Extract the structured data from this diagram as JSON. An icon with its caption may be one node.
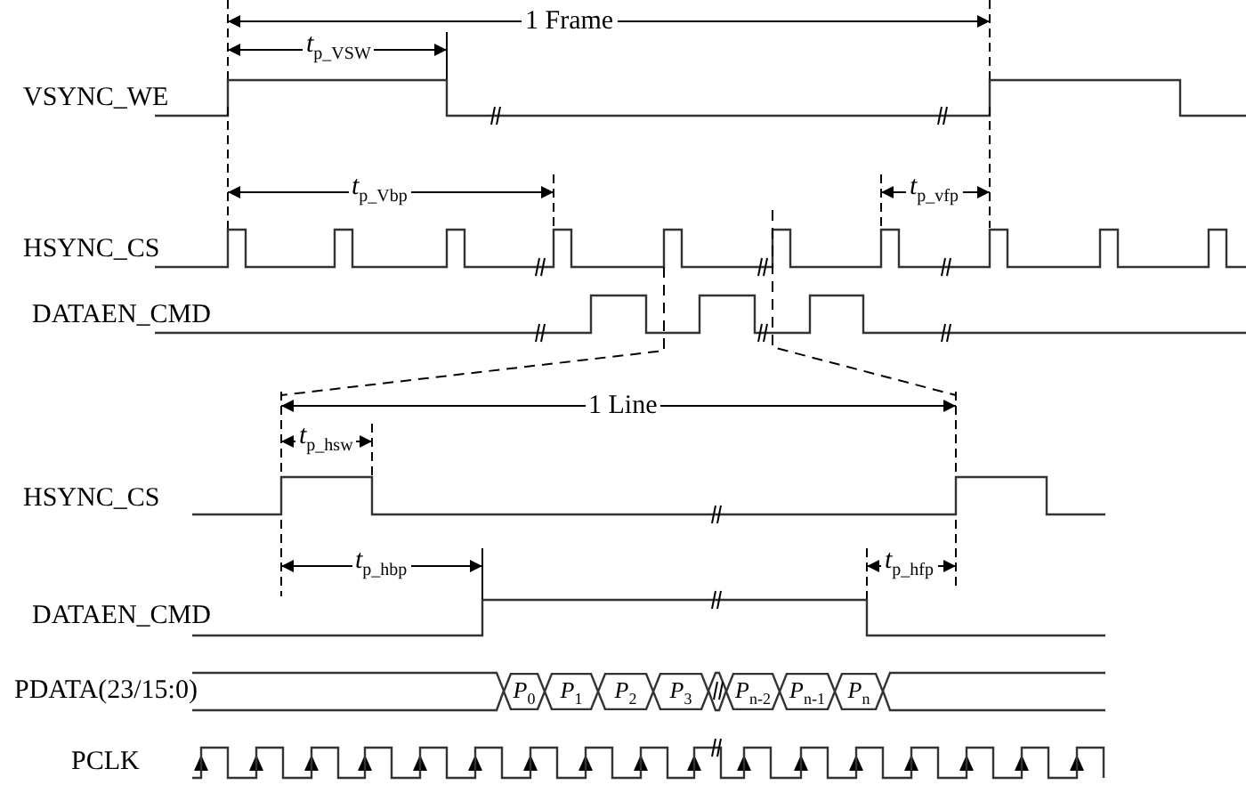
{
  "diagram": {
    "nodes": [
      {
        "text": [
          "*P*$_{0}$"
        ]
      },
      {
        "text": [
          "*P*$_{1}$"
        ]
      },
      {
        "text": [
          "*P*$_{2}$"
        ]
      },
      {
        "text": [
          "*P*$_{3}$"
        ]
      },
      {
        "text": [
          "*P*$_{n-2}$"
        ]
      },
      {
        "text": [
          "*P*$_{n-1}$"
        ]
      },
      {
        "text": [
          "*P*$_{n}$"
        ]
      }
    ],
    "labels": [
      "1 Frame",
      "*t*$_{p_VSW}$",
      "VSYNC_WE",
      "*t*$_{p_Vbp}$",
      "*t*$_{p_vfp}$",
      "HSYNC_CS",
      "DATAEN_CMD",
      "1 Line",
      "*t*$_{p_hsw}$",
      "HSYNC_CS",
      "*t*$_{p_hbp}$",
      "*t*$_{p_hfp}$",
      "DATAEN_CMD",
      "PDATA(23/15:0)",
      "PCLK"
    ]
  }
}
